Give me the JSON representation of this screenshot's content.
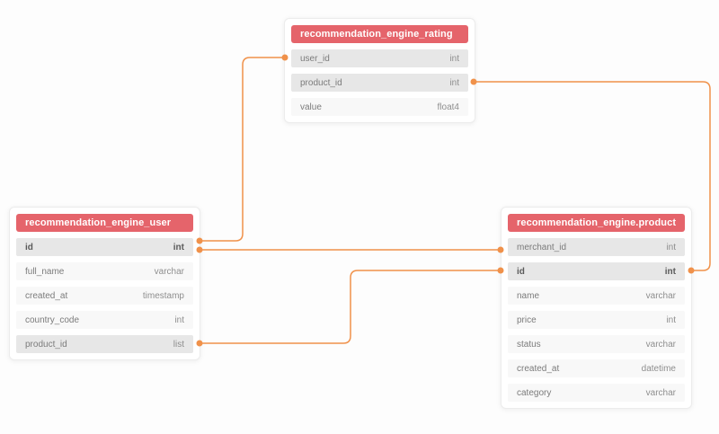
{
  "colors": {
    "header_red": "#e5646b",
    "header_text": "#ffffff",
    "connector_orange": "#f0914a",
    "row_highlight": "#e7e7e7",
    "row_normal": "#f8f8f8",
    "card_border": "#ececec",
    "field_text": "#7b7b7b",
    "type_text": "#8e8e8e",
    "key_text": "#5a5a5a"
  },
  "tables": [
    {
      "title": "recommendation_engine_rating",
      "fields": [
        {
          "name": "user_id",
          "type": "int"
        },
        {
          "name": "product_id",
          "type": "int"
        },
        {
          "name": "value",
          "type": "float4"
        }
      ]
    },
    {
      "title": "recommendation_engine_user",
      "fields": [
        {
          "name": "id",
          "type": "int"
        },
        {
          "name": "full_name",
          "type": "varchar"
        },
        {
          "name": "created_at",
          "type": "timestamp"
        },
        {
          "name": "country_code",
          "type": "int"
        },
        {
          "name": "product_id",
          "type": "list"
        }
      ]
    },
    {
      "title": "recommendation_engine.product",
      "fields": [
        {
          "name": "merchant_id",
          "type": "int"
        },
        {
          "name": "id",
          "type": "int"
        },
        {
          "name": "name",
          "type": "varchar"
        },
        {
          "name": "price",
          "type": "int"
        },
        {
          "name": "status",
          "type": "varchar"
        },
        {
          "name": "created_at",
          "type": "datetime"
        },
        {
          "name": "category",
          "type": "varchar"
        }
      ]
    }
  ],
  "relationships": [
    {
      "from": "recommendation_engine_user.id",
      "to": "recommendation_engine_rating.user_id"
    },
    {
      "from": "recommendation_engine_user.id",
      "to": "recommendation_engine.product.merchant_id"
    },
    {
      "from": "recommendation_engine_user.product_id",
      "to": "recommendation_engine.product.id"
    },
    {
      "from": "recommendation_engine_rating.product_id",
      "to": "recommendation_engine.product.id"
    }
  ]
}
